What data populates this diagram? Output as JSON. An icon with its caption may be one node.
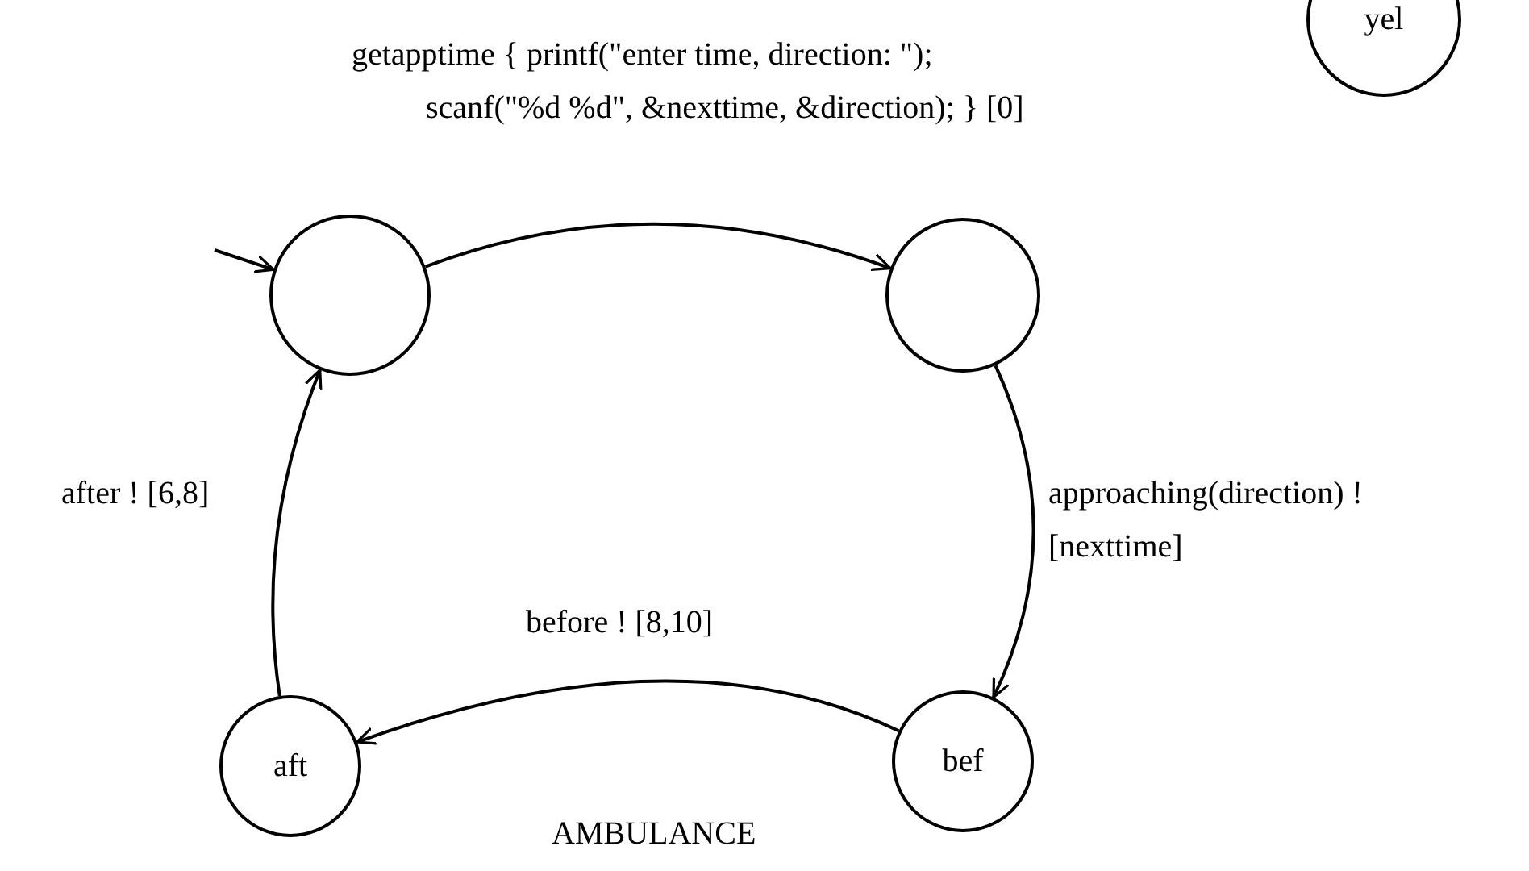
{
  "diagram": {
    "nodes": [
      {
        "text": [
          "yel"
        ]
      },
      {
        "text": [],
        "shape": "circle"
      },
      {
        "text": [],
        "shape": "circle"
      },
      {
        "text": [
          "aft"
        ]
      },
      {
        "text": [
          "bef"
        ]
      }
    ],
    "edges": [
      {
        "from": null,
        "to": 1,
        "arrow": "to"
      },
      {
        "from": 1,
        "to": 2,
        "arrow": "to",
        "label": "getapptime { printf(\"enter time, direction: \"); scanf(\"%d %d\", &nexttime, &direction); } [0]"
      },
      {
        "from": 2,
        "to": 4,
        "arrow": "to",
        "label": "approaching(direction) ! [nexttime]"
      },
      {
        "from": 4,
        "to": 3,
        "arrow": "to",
        "label": "before ! [8,10]"
      },
      {
        "from": 3,
        "to": 1,
        "arrow": "to",
        "label": "after ! [6,8]"
      }
    ],
    "labels": [
      "AMBULANCE"
    ]
  }
}
